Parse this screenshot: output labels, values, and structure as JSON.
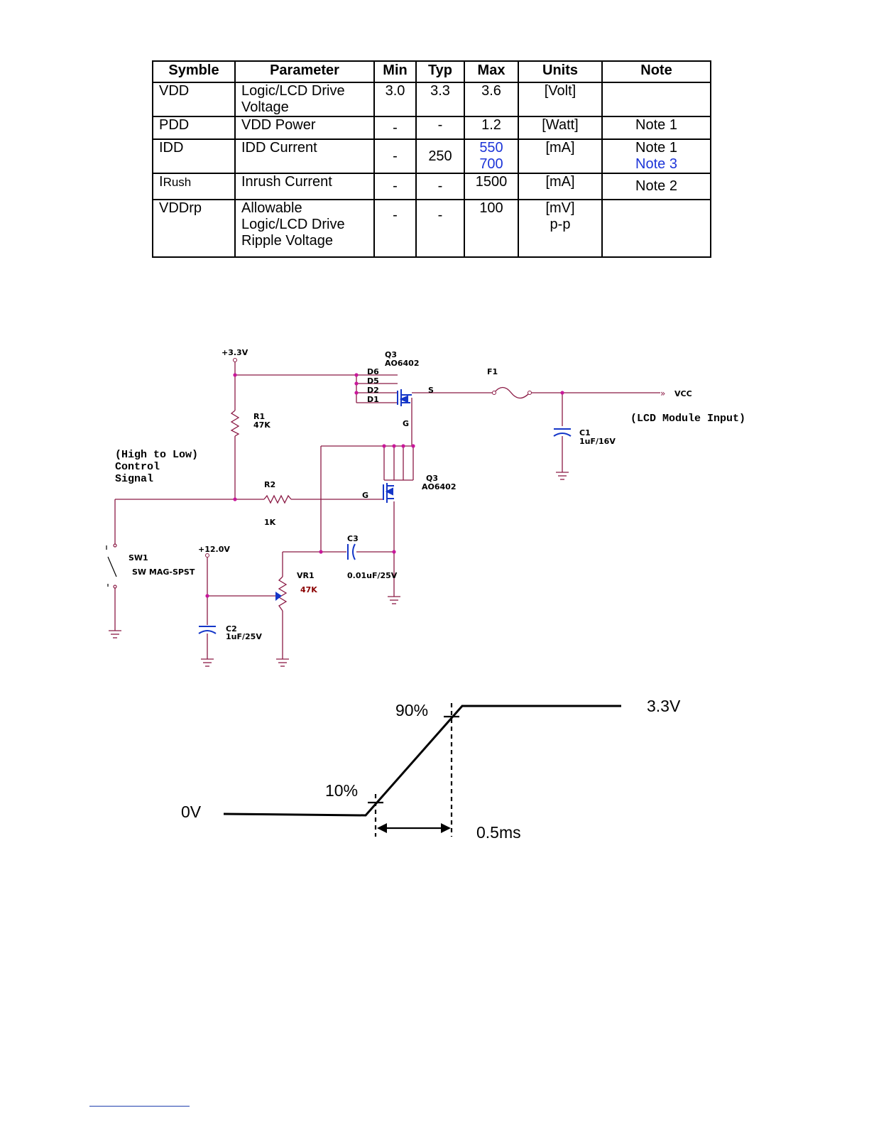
{
  "spec_table": {
    "headers": [
      "Symble",
      "Parameter",
      "Min",
      "Typ",
      "Max",
      "Units",
      "Note"
    ],
    "rows": [
      {
        "symbol": "VDD",
        "parameter": "Logic/LCD Drive Voltage",
        "min": "3.0",
        "typ": "3.3",
        "max": [
          "3.6"
        ],
        "units": "[Volt]",
        "note": []
      },
      {
        "symbol": "PDD",
        "parameter": "VDD Power",
        "min": "-",
        "typ": "-",
        "max": [
          "1.2"
        ],
        "units": "[Watt]",
        "note": [
          "Note 1"
        ]
      },
      {
        "symbol": "IDD",
        "parameter": "IDD Current",
        "min": "-",
        "typ": "250",
        "max": [
          "550",
          "700"
        ],
        "units": "[mA]",
        "note": [
          "Note 1",
          "Note 3"
        ]
      },
      {
        "symbol_main": "I",
        "symbol_sub": "Rush",
        "parameter": "Inrush Current",
        "min": "-",
        "typ": "-",
        "max": [
          "1500"
        ],
        "units": "[mA]",
        "note": [
          "Note 2"
        ]
      },
      {
        "symbol": "VDDrp",
        "parameter": "Allowable Logic/LCD Drive Ripple Voltage",
        "min": "-",
        "typ": "-",
        "max": [
          "100"
        ],
        "units": "[mV] p-p",
        "note": []
      }
    ],
    "highlight_color": "#1d35d8"
  },
  "schematic": {
    "supply_3v3": "+3.3V",
    "q3_top_name": "Q3",
    "q3_top_part": "AO6402",
    "pins_top": [
      "D6",
      "D5",
      "D2",
      "D1"
    ],
    "pin_s": "S",
    "pin_g": "G",
    "fuse": "F1",
    "output": "VCC",
    "output_note": "(LCD Module Input)",
    "r1_name": "R1",
    "r1_value": "47K",
    "c1_name": "C1",
    "c1_value": "1uF/16V",
    "control_signal": [
      "(High to Low)",
      "Control",
      "Signal"
    ],
    "q3_bottom_name": "Q3",
    "q3_bottom_part": "AO6402",
    "r2_name": "R2",
    "r2_value": "1K",
    "c3_name": "C3",
    "c3_value": "0.01uF/25V",
    "sw_name": "SW1",
    "sw_part": "SW MAG-SPST",
    "supply_12v": "+12.0V",
    "vr_name": "VR1",
    "vr_value": "47K",
    "c2_name": "C2",
    "c2_value": "1uF/25V",
    "wire_color": "#8b1a45",
    "node_color": "#c8189a",
    "accent_blue": "#1436c8"
  },
  "timing": {
    "label_90": "90%",
    "label_10": "10%",
    "label_high": "3.3V",
    "label_low": "0V",
    "label_time": "0.5ms"
  }
}
